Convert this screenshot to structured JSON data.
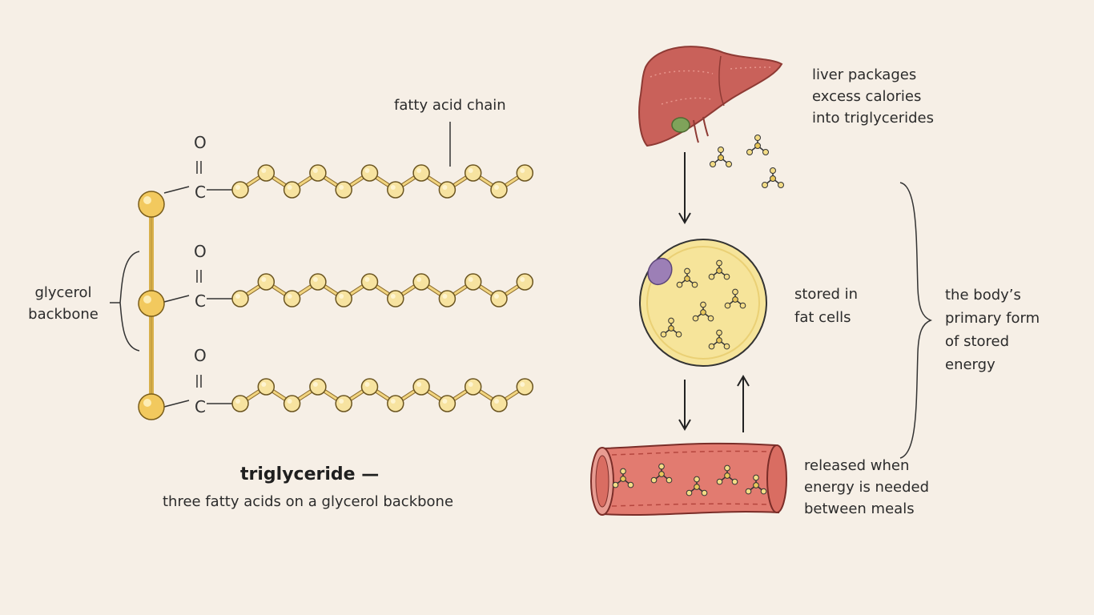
{
  "labels": {
    "fatty_acid_chain": "fatty acid chain",
    "glycerol_backbone": [
      "glycerol",
      "backbone"
    ],
    "oxygen": "O",
    "carbon": "C",
    "title": "triglyceride —",
    "subtitle": "three fatty acids on a glycerol backbone",
    "liver_note": [
      "liver packages",
      "excess calories",
      "into triglycerides"
    ],
    "fat_cells_note": [
      "stored in",
      "fat cells"
    ],
    "released_note": [
      "released when",
      "energy is needed",
      "between meals"
    ],
    "body_note": [
      "the body’s",
      "primary form",
      "of stored",
      "energy"
    ]
  },
  "colors": {
    "background": "#f6efe6",
    "glycerol_bead": "#f2c95e",
    "chain_bead": "#f7e3a0",
    "liver": "#c9615a",
    "fat_cell": "#f6e49a",
    "nucleus": "#9c7fb6",
    "vessel": "#e27b70",
    "ink": "#2b2b2b"
  },
  "icons": [
    "liver-icon",
    "fat-cell-icon",
    "blood-vessel-icon",
    "triglyceride-molecule-icon"
  ]
}
